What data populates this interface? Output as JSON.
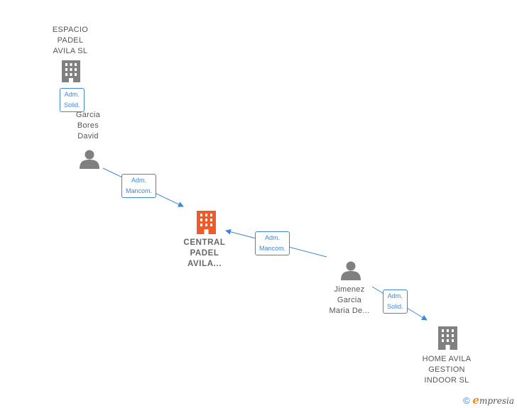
{
  "nodes": {
    "espacio": {
      "lines": [
        "ESPACIO",
        "PADEL",
        "AVILA  SL"
      ],
      "type": "company"
    },
    "garcia": {
      "lines": [
        "Garcia",
        "Bores",
        "David"
      ],
      "type": "person"
    },
    "central": {
      "lines": [
        "CENTRAL",
        "PADEL",
        "AVILA..."
      ],
      "type": "company-main"
    },
    "jimenez": {
      "lines": [
        "Jimenez",
        "Garcia",
        "Maria De..."
      ],
      "type": "person"
    },
    "home": {
      "lines": [
        "HOME AVILA",
        "GESTION",
        "INDOOR  SL"
      ],
      "type": "company"
    }
  },
  "edges": {
    "garcia_espacio": [
      "Adm.",
      "Solid."
    ],
    "garcia_central": [
      "Adm.",
      "Mancom."
    ],
    "jimenez_central": [
      "Adm.",
      "Mancom."
    ],
    "jimenez_home": [
      "Adm.",
      "Solid."
    ]
  },
  "footer": {
    "copyright": "©",
    "brand_initial": "e",
    "brand_rest": "mpresia"
  },
  "colors": {
    "accent": "#3d87d9",
    "main_company": "#f05a28",
    "icon_gray": "#808080"
  }
}
